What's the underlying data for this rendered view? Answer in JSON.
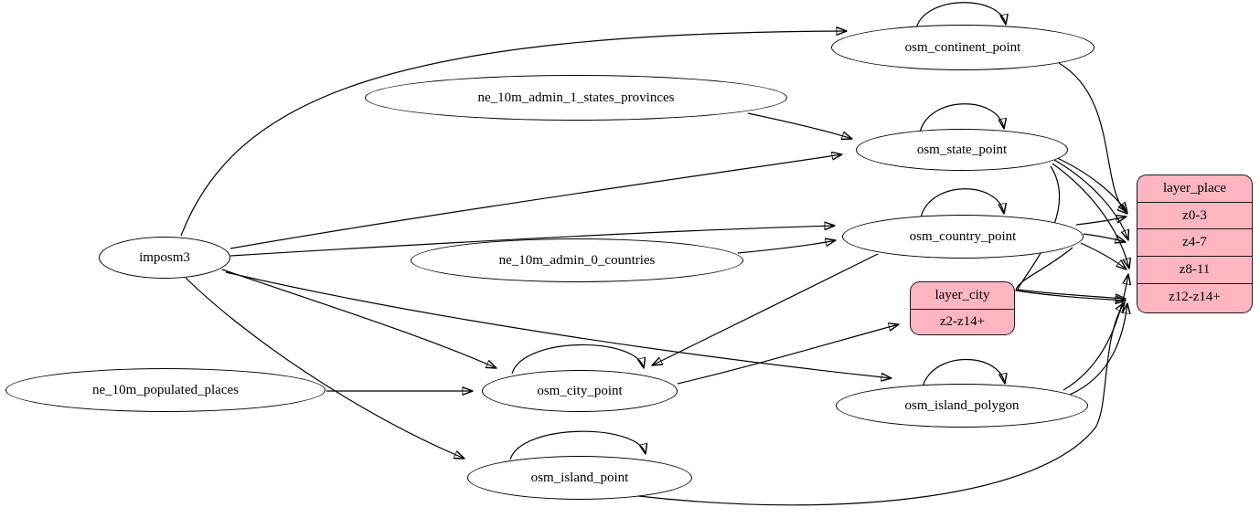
{
  "diagram": {
    "description": "ETL dependency graph for map place layer",
    "colors": {
      "background": "#ffffff",
      "ellipse_fill": "#ffffff",
      "record_fill": "#ffb6c1",
      "stroke": "#000000"
    },
    "nodes": [
      {
        "id": "imposm3",
        "type": "ellipse",
        "label": "imposm3"
      },
      {
        "id": "ne_10m_admin_1_states_provinces",
        "type": "ellipse",
        "label": "ne_10m_admin_1_states_provinces"
      },
      {
        "id": "ne_10m_admin_0_countries",
        "type": "ellipse",
        "label": "ne_10m_admin_0_countries"
      },
      {
        "id": "ne_10m_populated_places",
        "type": "ellipse",
        "label": "ne_10m_populated_places"
      },
      {
        "id": "osm_continent_point",
        "type": "ellipse",
        "label": "osm_continent_point"
      },
      {
        "id": "osm_state_point",
        "type": "ellipse",
        "label": "osm_state_point"
      },
      {
        "id": "osm_country_point",
        "type": "ellipse",
        "label": "osm_country_point"
      },
      {
        "id": "osm_city_point",
        "type": "ellipse",
        "label": "osm_city_point"
      },
      {
        "id": "osm_island_polygon",
        "type": "ellipse",
        "label": "osm_island_polygon"
      },
      {
        "id": "osm_island_point",
        "type": "ellipse",
        "label": "osm_island_point"
      },
      {
        "id": "layer_city",
        "type": "record",
        "title": "layer_city",
        "rows": [
          "z2-z14+"
        ]
      },
      {
        "id": "layer_place",
        "type": "record",
        "title": "layer_place",
        "rows": [
          "z0-3",
          "z4-7",
          "z8-11",
          "z12-z14+"
        ]
      }
    ],
    "edges": [
      {
        "from": "imposm3",
        "to": "osm_continent_point"
      },
      {
        "from": "imposm3",
        "to": "osm_state_point"
      },
      {
        "from": "imposm3",
        "to": "osm_country_point"
      },
      {
        "from": "imposm3",
        "to": "osm_city_point"
      },
      {
        "from": "imposm3",
        "to": "osm_island_polygon"
      },
      {
        "from": "imposm3",
        "to": "osm_island_point"
      },
      {
        "from": "ne_10m_admin_1_states_provinces",
        "to": "osm_state_point"
      },
      {
        "from": "ne_10m_admin_0_countries",
        "to": "osm_country_point"
      },
      {
        "from": "ne_10m_populated_places",
        "to": "osm_city_point"
      },
      {
        "from": "osm_continent_point",
        "to": "osm_continent_point"
      },
      {
        "from": "osm_state_point",
        "to": "osm_state_point"
      },
      {
        "from": "osm_country_point",
        "to": "osm_country_point"
      },
      {
        "from": "osm_city_point",
        "to": "osm_city_point"
      },
      {
        "from": "osm_island_polygon",
        "to": "osm_island_polygon"
      },
      {
        "from": "osm_island_point",
        "to": "osm_island_point"
      },
      {
        "from": "osm_continent_point",
        "to": "layer_place",
        "port": "z0-3"
      },
      {
        "from": "osm_state_point",
        "to": "layer_place",
        "port": "z0-3"
      },
      {
        "from": "osm_state_point",
        "to": "layer_place",
        "port": "z4-7"
      },
      {
        "from": "osm_state_point",
        "to": "layer_place",
        "port": "z8-11"
      },
      {
        "from": "osm_state_point",
        "to": "layer_place",
        "port": "z12-z14+"
      },
      {
        "from": "osm_country_point",
        "to": "layer_place",
        "port": "z0-3"
      },
      {
        "from": "osm_country_point",
        "to": "layer_place",
        "port": "z4-7"
      },
      {
        "from": "osm_country_point",
        "to": "layer_place",
        "port": "z8-11"
      },
      {
        "from": "osm_country_point",
        "to": "layer_place",
        "port": "z12-z14+"
      },
      {
        "from": "osm_country_point",
        "to": "osm_city_point"
      },
      {
        "from": "osm_island_polygon",
        "to": "layer_place",
        "port": "z8-11"
      },
      {
        "from": "osm_island_polygon",
        "to": "layer_place",
        "port": "z12-z14+"
      },
      {
        "from": "osm_island_point",
        "to": "layer_place",
        "port": "z12-z14+"
      },
      {
        "from": "osm_city_point",
        "to": "layer_city",
        "port": "z2-z14+"
      }
    ]
  }
}
